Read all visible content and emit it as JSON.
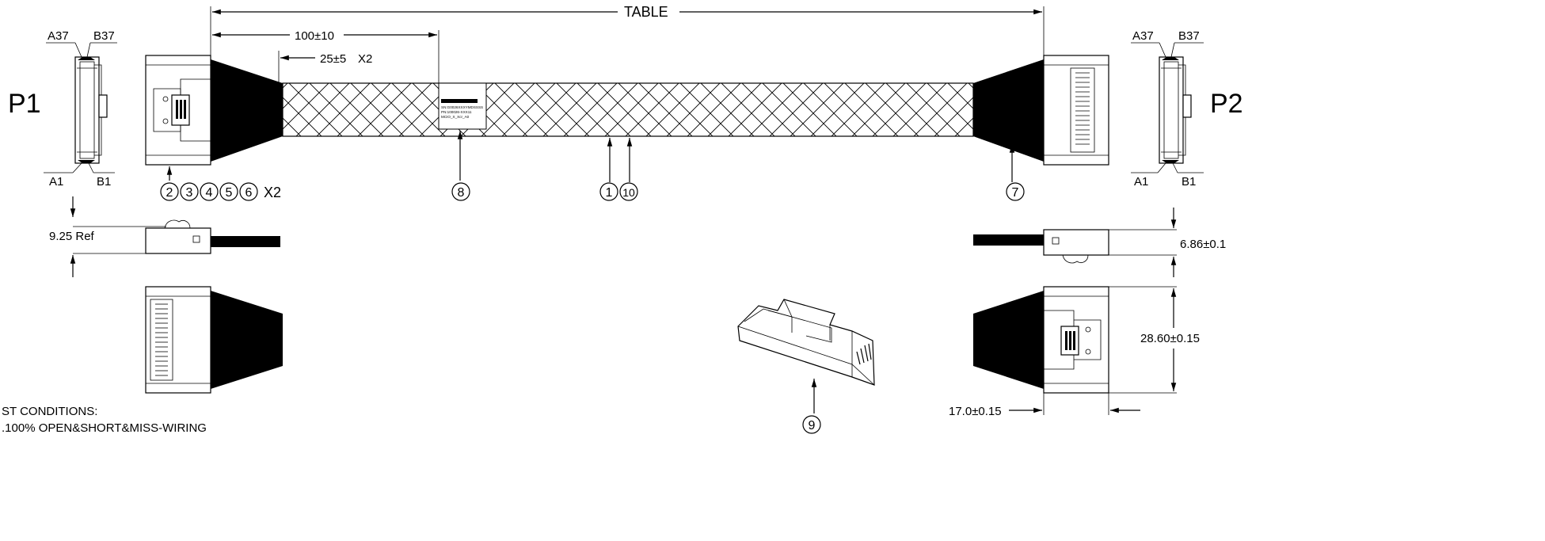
{
  "labels": {
    "p1": "P1",
    "p2": "P2",
    "table": "TABLE",
    "dim_100": "100±10",
    "dim_25": "25±5",
    "dim_x2": "X2",
    "dim_925": "9.25 Ref",
    "dim_686": "6.86±0.1",
    "dim_2860": "28.60±0.15",
    "dim_170": "17.0±0.15",
    "pin_a37": "A37",
    "pin_b37": "B37",
    "pin_a1": "A1",
    "pin_b1": "B1",
    "callout_suffix": "X2"
  },
  "label_tag": {
    "line1": "SN:G0026XXXYMDSSSS",
    "line2": "PN:100026-XXX11",
    "line3": "MCIO_X_Xcr_A0"
  },
  "callouts": {
    "c1": "1",
    "c2": "2",
    "c3": "3",
    "c4": "4",
    "c5": "5",
    "c6": "6",
    "c7": "7",
    "c8": "8",
    "c9": "9",
    "c10": "10"
  },
  "notes": {
    "line1": "ST CONDITIONS:",
    "line2": ".100% OPEN&SHORT&MISS-WIRING"
  }
}
